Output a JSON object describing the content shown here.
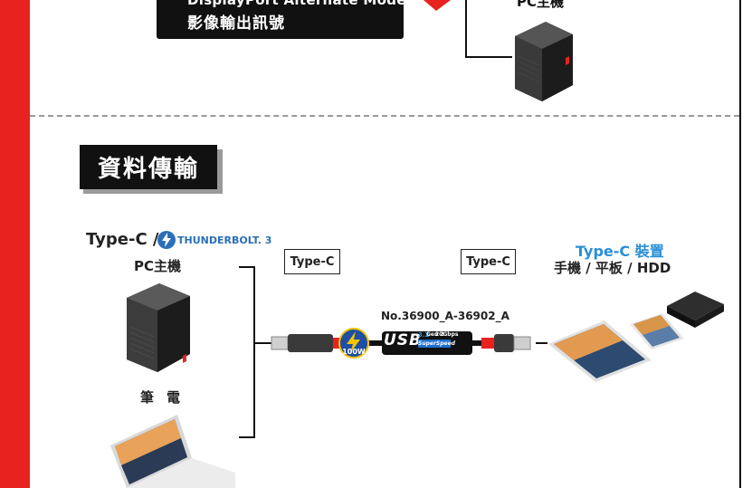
{
  "top_section": {
    "dp_line1": "DisplayPort Alternate Mode",
    "dp_line2": "影像輸出訊號",
    "pc_label": "PC主機"
  },
  "section": {
    "title": "資料傳輸"
  },
  "left_source": {
    "typec_label": "Type-C /",
    "thunderbolt_label": "THUNDERBOLT. 3",
    "pc_label": "PC主機",
    "notebook_label": "筆電"
  },
  "ports": {
    "left": "Type-C",
    "right": "Type-C"
  },
  "cable": {
    "model": "No.36900_A-36902_A",
    "power": "100W",
    "usb_label": "USB",
    "usb_version": "3.2",
    "gen": "Gen 2",
    "speed": "20Gbps",
    "superspeed": "SuperSpeed"
  },
  "right_device": {
    "title": "Type-C 裝置",
    "subtitle": "手機 / 平板 / HDD"
  },
  "colors": {
    "brand_red": "#e8231f",
    "accent_blue": "#2a8fd6",
    "dark": "#111111"
  }
}
